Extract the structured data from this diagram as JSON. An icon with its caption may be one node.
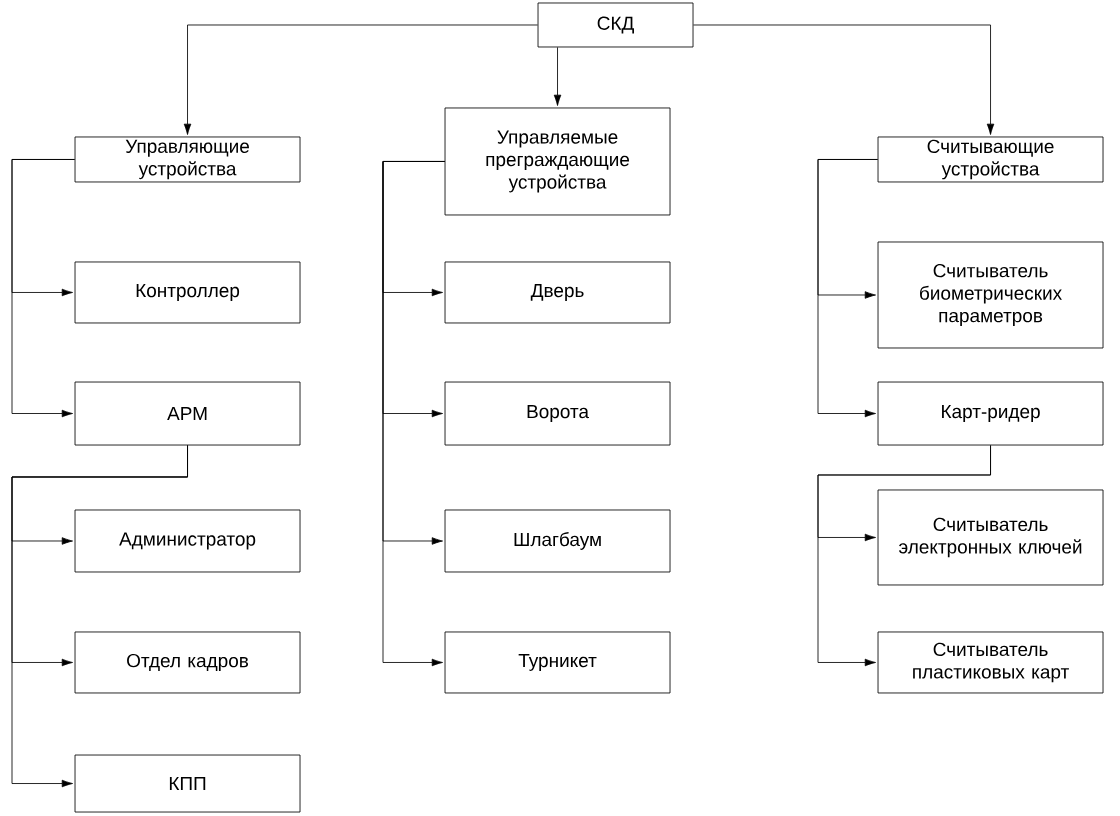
{
  "diagram": {
    "nodes": [
      {
        "text": [
          "СКД"
        ]
      },
      {
        "text": [
          "Управляющие устройства"
        ]
      },
      {
        "text": [
          "Управляемые преграждающие устройства"
        ]
      },
      {
        "text": [
          "Считывающие устройства"
        ]
      },
      {
        "text": [
          "Контроллер"
        ]
      },
      {
        "text": [
          "АРМ"
        ]
      },
      {
        "text": [
          "Администратор"
        ]
      },
      {
        "text": [
          "Отдел кадров"
        ]
      },
      {
        "text": [
          "КПП"
        ]
      },
      {
        "text": [
          "Дверь"
        ]
      },
      {
        "text": [
          "Ворота"
        ]
      },
      {
        "text": [
          "Шлагбаум"
        ]
      },
      {
        "text": [
          "Турникет"
        ]
      },
      {
        "text": [
          "Считыватель биометрических параметров"
        ]
      },
      {
        "text": [
          "Карт-ридер"
        ]
      },
      {
        "text": [
          "Считыватель электронных ключей"
        ]
      },
      {
        "text": [
          "Считыватель пластиковых карт"
        ]
      }
    ],
    "edges": [
      {
        "from": 0,
        "to": 1,
        "arrow": "to"
      },
      {
        "from": 0,
        "to": 2,
        "arrow": "to"
      },
      {
        "from": 0,
        "to": 3,
        "arrow": "to"
      },
      {
        "from": 1,
        "to": 4,
        "arrow": "to"
      },
      {
        "from": 1,
        "to": 5,
        "arrow": "to"
      },
      {
        "from": 5,
        "to": 6,
        "arrow": "to"
      },
      {
        "from": 5,
        "to": 7,
        "arrow": "to"
      },
      {
        "from": 5,
        "to": 8,
        "arrow": "to"
      },
      {
        "from": 2,
        "to": 9,
        "arrow": "to"
      },
      {
        "from": 2,
        "to": 10,
        "arrow": "to"
      },
      {
        "from": 2,
        "to": 11,
        "arrow": "to"
      },
      {
        "from": 2,
        "to": 12,
        "arrow": "to"
      },
      {
        "from": 3,
        "to": 13,
        "arrow": "to"
      },
      {
        "from": 3,
        "to": 14,
        "arrow": "to"
      },
      {
        "from": 14,
        "to": 15,
        "arrow": "to"
      },
      {
        "from": 14,
        "to": 16,
        "arrow": "to"
      }
    ]
  }
}
